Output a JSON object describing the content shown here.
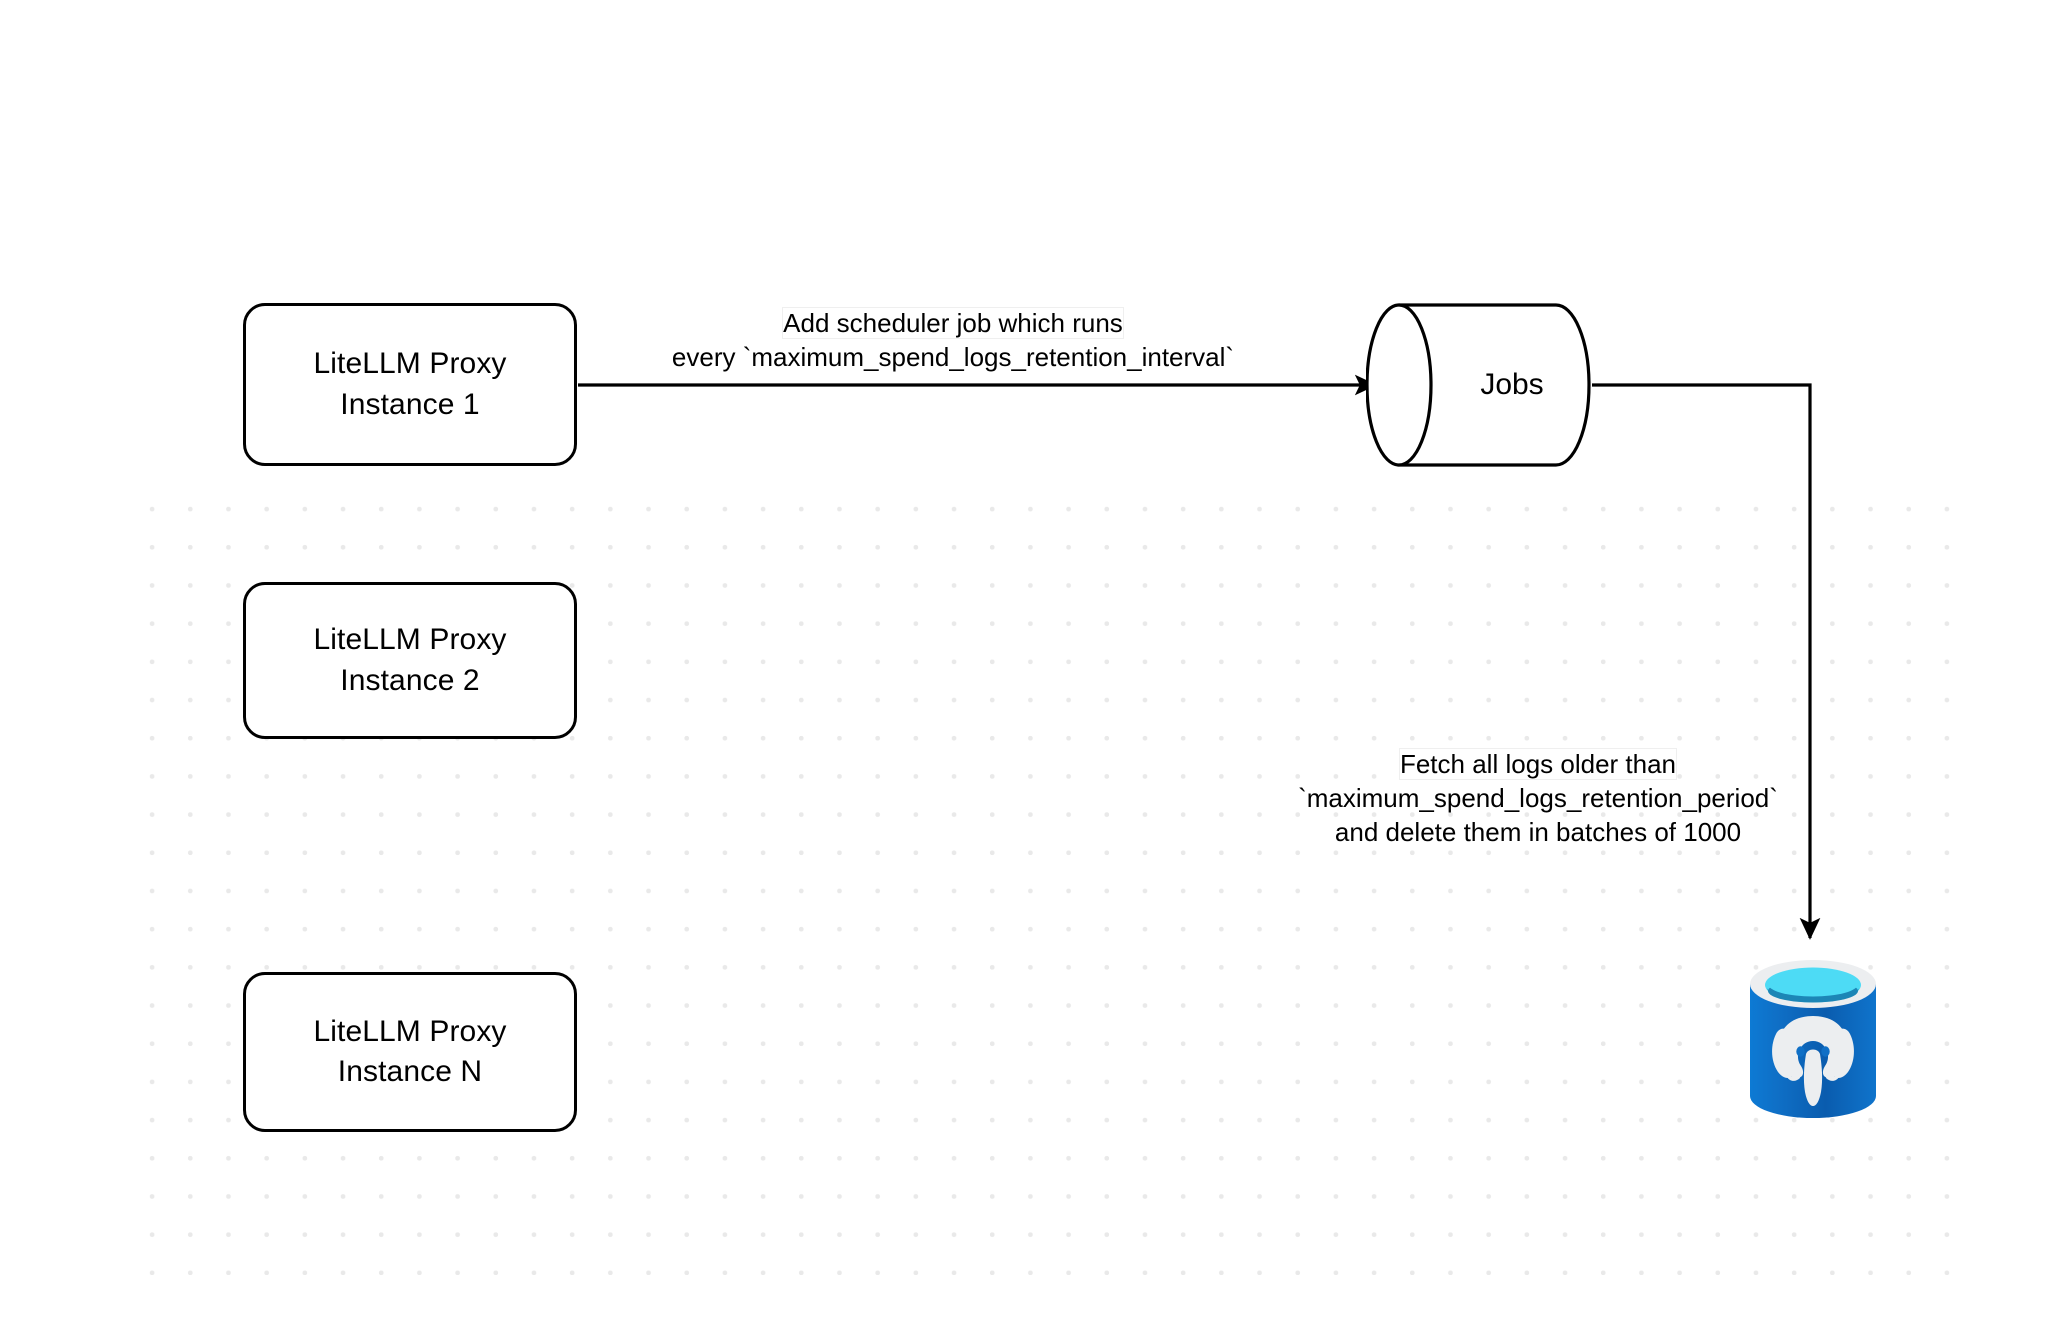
{
  "diagram": {
    "title": "LiteLLM spend logs retention scheduler flow",
    "background_color": "#ffffff",
    "grid_dot_color": "#e9e9e9",
    "stroke_color": "#000000"
  },
  "nodes": {
    "proxy_instances": [
      {
        "id": "proxy-1",
        "line1": "LiteLLM Proxy",
        "line2": "Instance 1",
        "shape": "rounded-rect"
      },
      {
        "id": "proxy-2",
        "line1": "LiteLLM Proxy",
        "line2": "Instance 2",
        "shape": "rounded-rect"
      },
      {
        "id": "proxy-3",
        "line1": "LiteLLM Proxy",
        "line2": "Instance N",
        "shape": "rounded-rect"
      }
    ],
    "jobs": {
      "label": "Jobs",
      "shape": "cylinder-horizontal",
      "fill": "#ffffff",
      "stroke": "#000000"
    },
    "database": {
      "icon_name": "postgresql-database-icon",
      "shape": "cylinder-vertical",
      "body_color": "#0f6fc6",
      "body_color_dark": "#0b5aa8",
      "rim_color": "#eceef0",
      "top_cyan": "#4ddbf5",
      "top_pool": "#1c86b6",
      "elephant_color": "#eceef0"
    }
  },
  "edges": [
    {
      "id": "edge-proxy1-jobs",
      "from": "proxy-1",
      "to": "jobs",
      "label_line1": "Add scheduler job which runs",
      "label_line2": "every `maximum_spend_logs_retention_interval`",
      "arrowhead": "filled-triangle"
    },
    {
      "id": "edge-jobs-database",
      "from": "jobs",
      "to": "database",
      "label_line1": "Fetch all logs older than",
      "label_line2": "`maximum_spend_logs_retention_period`",
      "label_line3": "and delete them in batches of 1000",
      "arrowhead": "filled-triangle"
    }
  ]
}
